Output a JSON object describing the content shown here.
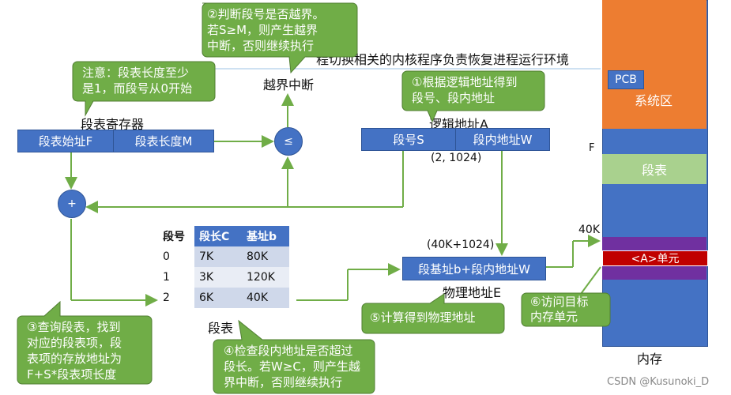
{
  "title_partial": "程切换相关的内核程序负责恢复进程运行环境",
  "callouts": {
    "c2": [
      "②判断段号是否越界。",
      "若S≥M，则产生越界",
      "中断，否则继续执行"
    ],
    "c_note": [
      "注意：段表长度至少",
      "是1，而段号从0开始"
    ],
    "c1": [
      "①根据逻辑地址得到",
      "段号、段内地址"
    ],
    "c3": [
      "③查询段表，找到",
      "对应的段表项，段",
      "表项的存放地址为",
      "F+S*段表项长度"
    ],
    "c4": [
      "④检查段内地址是否超过",
      "段长。若W≥C，则产生越",
      "界中断，否则继续执行"
    ],
    "c5": [
      "⑤计算得到物理地址"
    ],
    "c6": [
      "⑥访问目标",
      "内存单元"
    ]
  },
  "labels": {
    "overflow_interrupt": "越界中断",
    "seg_table_register": "段表寄存器",
    "logical_address": "逻辑地址A",
    "logical_value": "(2, 1024)",
    "physical_value": "(40K+1024)",
    "physical_address": "物理地址E",
    "segment_table": "段表",
    "mem_address": "40K",
    "f_marker": "F",
    "memory": "内存",
    "watermark": "CSDN @Kusunoki_D"
  },
  "register": {
    "start": "段表始址F",
    "length": "段表长度M"
  },
  "logical": {
    "seg": "段号S",
    "offset": "段内地址W"
  },
  "physical_box": "段基址b+段内地址W",
  "compare_symbol": "≤",
  "adder_symbol": "+",
  "table": {
    "headers": [
      "段号",
      "段长C",
      "基址b"
    ],
    "rows": [
      [
        "0",
        "7K",
        "80K"
      ],
      [
        "1",
        "3K",
        "120K"
      ],
      [
        "2",
        "6K",
        "40K"
      ]
    ]
  },
  "memory_regions": {
    "pcb": "PCB",
    "system": "系统区",
    "segtable": "段表",
    "target": "<A>单元"
  },
  "colors": {
    "blue": "#4472c4",
    "green_callout": "#70ad47",
    "orange": "#ed7d31",
    "light_green": "#a9d18e",
    "purple": "#7030a0",
    "red": "#c00000",
    "arrow_green": "#70ad47"
  }
}
